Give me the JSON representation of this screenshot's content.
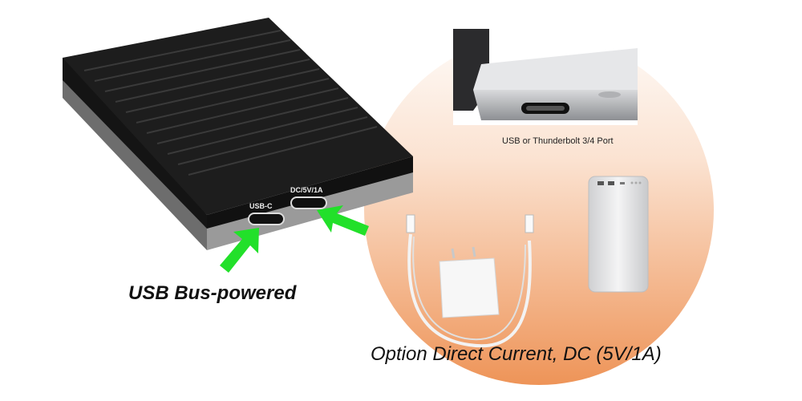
{
  "device": {
    "port_labels": [
      "USB-C",
      "DC/5V/1A"
    ]
  },
  "captions": {
    "usb_bus_powered": "USB Bus-powered",
    "laptop_port": "USB or Thunderbolt 3/4 Port",
    "dc_option": "Option Direct Current, DC (5V/1A)"
  },
  "colors": {
    "arrow": "#22e02a",
    "circle_top": "#fdf3ec",
    "circle_bottom": "#ef9a5c",
    "device_body": "#1c1c1c",
    "device_base": "#8a8a8a"
  }
}
